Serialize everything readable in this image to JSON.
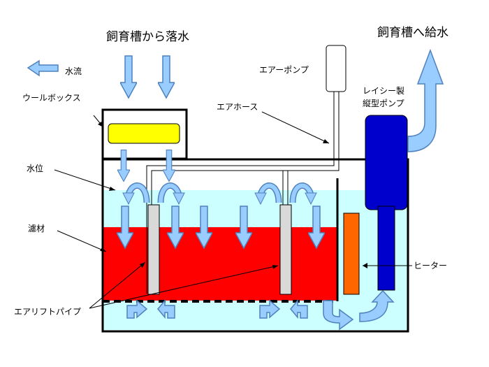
{
  "labels": {
    "inflow_title": "飼育槽から落水",
    "outflow_title": "飼育槽へ給水",
    "water_flow": "水流",
    "wool_box": "ウールボックス",
    "water_level": "水位",
    "filter_media": "濾材",
    "airlift_pipe": "エアリフトパイプ",
    "air_pump": "エアーポンプ",
    "air_hose": "エアホース",
    "pump_line1": "レイシー製",
    "pump_line2": "縦型ポンプ",
    "heater": "ヒーター"
  },
  "colors": {
    "water": "#ccffff",
    "filter_media": "#ff0000",
    "wool": "#ffff00",
    "pump": "#0000cc",
    "heater": "#ff6600",
    "arrow_fill": "#99ccff",
    "arrow_stroke": "#4f81bd",
    "pipe": "#d9d9d9"
  }
}
